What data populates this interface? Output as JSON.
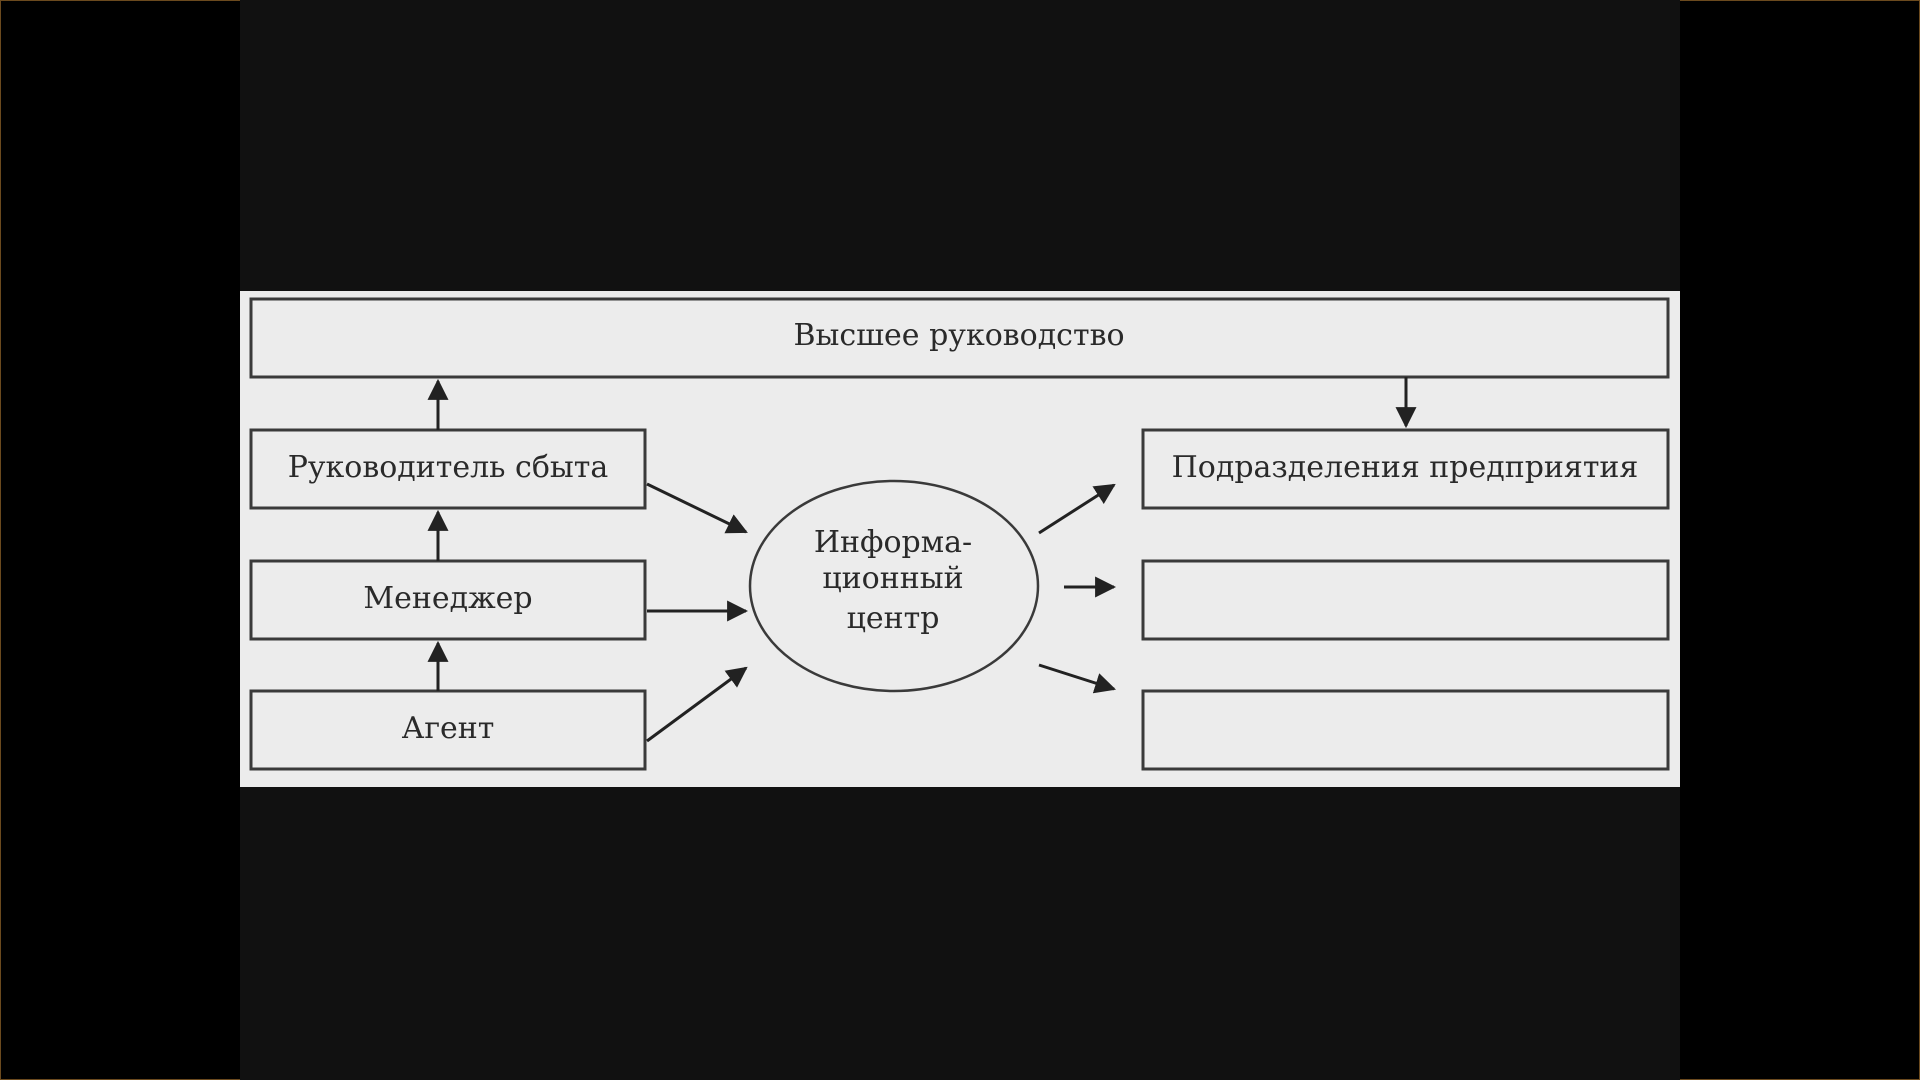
{
  "diagram": {
    "top_management": "Высшее руководство",
    "sales_head": "Руководитель сбыта",
    "manager": "Менеджер",
    "agent": "Агент",
    "info_center": {
      "line1": "Информа-",
      "line2": "ционный",
      "line3": "центр"
    },
    "departments": "Подразделения предприятия",
    "dept_box_2": "",
    "dept_box_3": ""
  },
  "colors": {
    "background": "#000000",
    "panel": "#111111",
    "diagram_bg": "#ececec",
    "stroke": "#3a3a3a"
  }
}
